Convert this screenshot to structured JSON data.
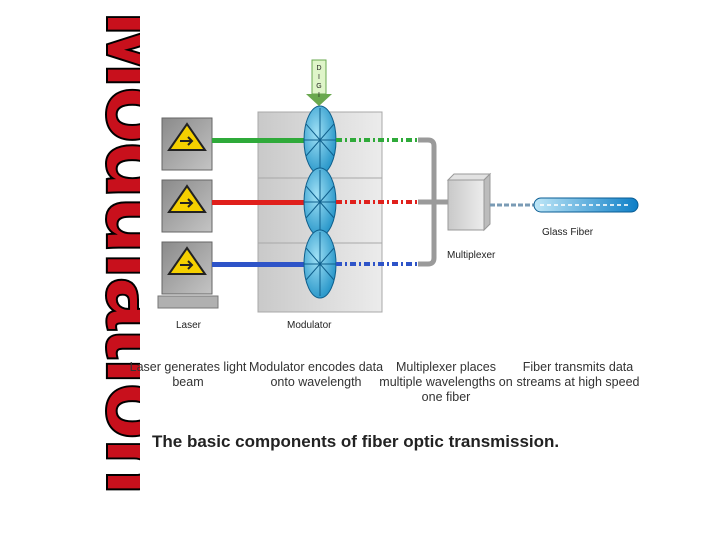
{
  "title": "Modulation",
  "diagram": {
    "data_in_label": "D I G I",
    "labels": {
      "laser": "Laser",
      "modulator": "Modulator",
      "multiplexer": "Multiplexer",
      "glass_fiber": "Glass Fiber"
    },
    "beam_colors": [
      "#2faa3a",
      "#e0201c",
      "#2e54c8"
    ],
    "accent_color": "#c8101c"
  },
  "descriptions": [
    "Laser generates light beam",
    "Modulator encodes data onto wavelength",
    "Multiplexer places multiple wavelengths on one fiber",
    "Fiber transmits data streams at high speed"
  ],
  "caption": "The basic components of fiber optic transmission."
}
